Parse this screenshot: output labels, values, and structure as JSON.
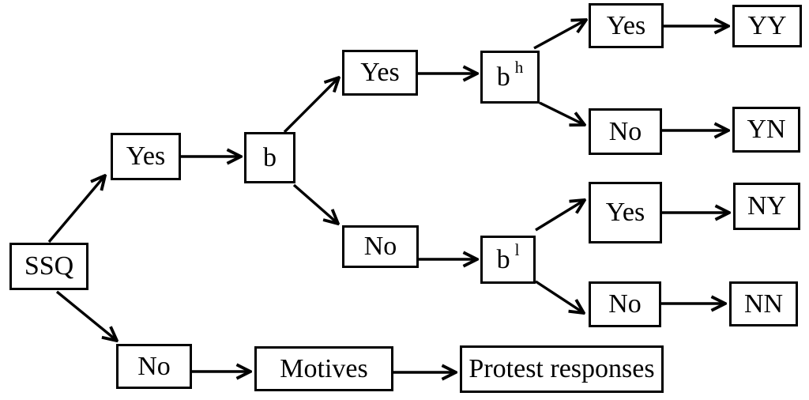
{
  "diagram": {
    "type": "decision-tree",
    "background": "#ffffff",
    "box_style": {
      "border_color": "#000000",
      "fill_color": "#ffffff",
      "text_color": "#000000",
      "arrow_color": "#000000"
    },
    "nodes": {
      "ssq": {
        "label": "SSQ"
      },
      "yes_1": {
        "label": "Yes"
      },
      "b": {
        "label": "b"
      },
      "yes_2": {
        "label": "Yes"
      },
      "no_2": {
        "label": "No"
      },
      "b_high": {
        "base": "b",
        "sup": "h"
      },
      "b_low": {
        "base": "b",
        "sup": "l"
      },
      "yes_3": {
        "label": "Yes"
      },
      "no_3": {
        "label": "No"
      },
      "yes_4": {
        "label": "Yes"
      },
      "no_4": {
        "label": "No"
      },
      "yy": {
        "label": "YY"
      },
      "yn": {
        "label": "YN"
      },
      "ny": {
        "label": "NY"
      },
      "nn": {
        "label": "NN"
      },
      "no_5": {
        "label": "No"
      },
      "motives": {
        "label": "Motives"
      },
      "protest": {
        "label": "Protest responses"
      }
    },
    "edges": [
      {
        "from": "ssq",
        "to": "yes_1"
      },
      {
        "from": "ssq",
        "to": "no_5"
      },
      {
        "from": "yes_1",
        "to": "b"
      },
      {
        "from": "b",
        "to": "yes_2"
      },
      {
        "from": "b",
        "to": "no_2"
      },
      {
        "from": "yes_2",
        "to": "b_high"
      },
      {
        "from": "b_high",
        "to": "yes_3"
      },
      {
        "from": "b_high",
        "to": "no_3"
      },
      {
        "from": "yes_3",
        "to": "yy"
      },
      {
        "from": "no_3",
        "to": "yn"
      },
      {
        "from": "no_2",
        "to": "b_low"
      },
      {
        "from": "b_low",
        "to": "yes_4"
      },
      {
        "from": "b_low",
        "to": "no_4"
      },
      {
        "from": "yes_4",
        "to": "ny"
      },
      {
        "from": "no_4",
        "to": "nn"
      },
      {
        "from": "no_5",
        "to": "motives"
      },
      {
        "from": "motives",
        "to": "protest"
      }
    ]
  }
}
